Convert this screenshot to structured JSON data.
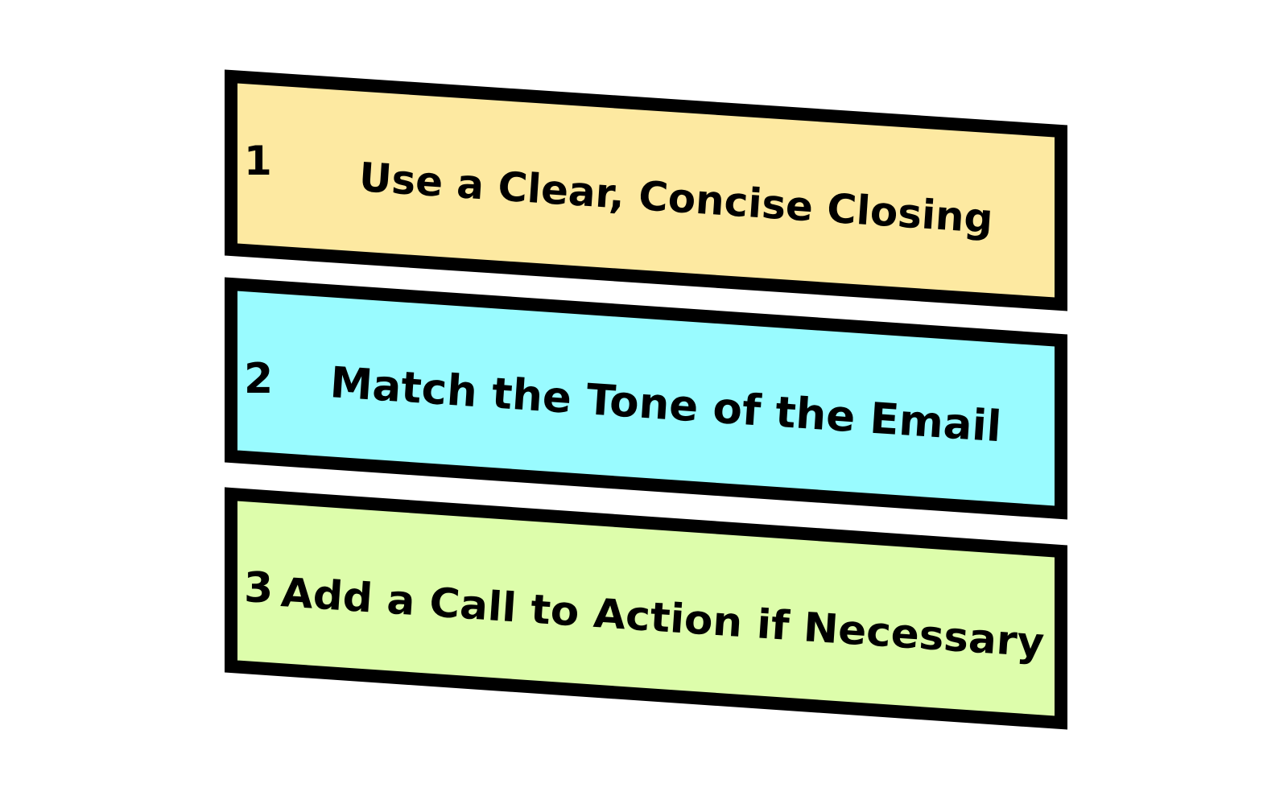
{
  "colors": {
    "background": "#ffffff",
    "border": "#000000",
    "text": "#000000"
  },
  "items": [
    {
      "number": "1",
      "label": "Use a Clear, Concise Closing",
      "fill": "#fde9a1"
    },
    {
      "number": "2",
      "label": "Match the Tone of the Email",
      "fill": "#99fbff"
    },
    {
      "number": "3",
      "label": "Add a Call to Action if Necessary",
      "fill": "#ddfdab"
    }
  ]
}
